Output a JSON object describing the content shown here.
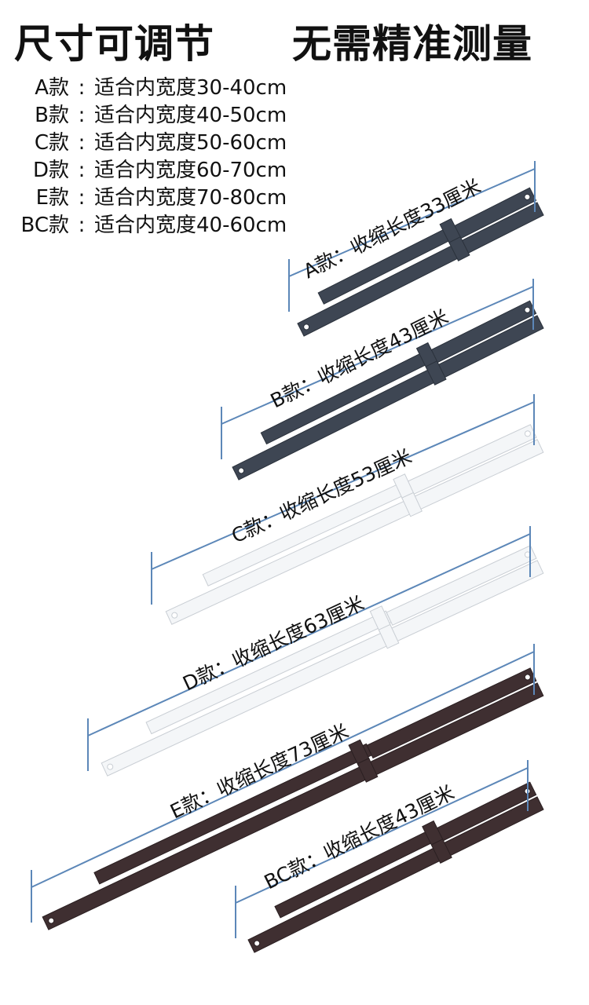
{
  "header": {
    "title_left": "尺寸可调节",
    "title_right": "无需精准测量"
  },
  "specs": [
    {
      "code": "A款",
      "text": "适合内宽度30-40cm"
    },
    {
      "code": "B款",
      "text": "适合内宽度40-50cm"
    },
    {
      "code": "C款",
      "text": "适合内宽度50-60cm"
    },
    {
      "code": "D款",
      "text": "适合内宽度60-70cm"
    },
    {
      "code": "E款",
      "text": "适合内宽度70-80cm"
    },
    {
      "code": "BC款",
      "text": "适合内宽度40-60cm"
    }
  ],
  "products": [
    {
      "label": "A款：收缩长度33厘米",
      "color": "#3e4653",
      "edge": "#2a313b"
    },
    {
      "label": "B款：收缩长度43厘米",
      "color": "#3e4653",
      "edge": "#2a313b"
    },
    {
      "label": "C款：收缩长度53厘米",
      "color": "#f4f6f8",
      "edge": "#c9ced4"
    },
    {
      "label": "D款：收缩长度63厘米",
      "color": "#f4f6f8",
      "edge": "#c9ced4"
    },
    {
      "label": "E款：收缩长度73厘米",
      "color": "#3f2f31",
      "edge": "#2a1f21"
    },
    {
      "label": "BC款：收缩长度43厘米",
      "color": "#3f2f31",
      "edge": "#2a1f21"
    }
  ],
  "measure_color": "#5c87b8"
}
